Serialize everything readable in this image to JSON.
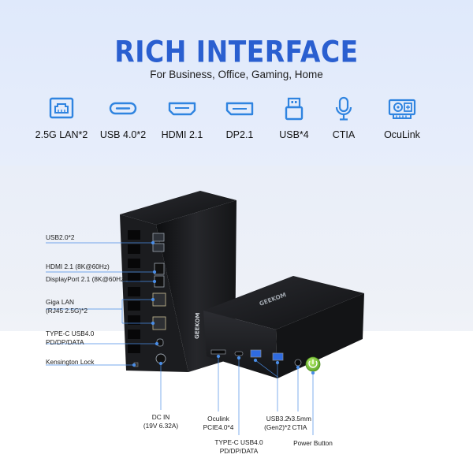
{
  "header": {
    "title": "RICH INTERFACE",
    "subtitle": "For Business, Office, Gaming, Home"
  },
  "colors": {
    "accent": "#2a5fd0",
    "icon_blue": "#2f84e0",
    "device_body": "#1b1c1f",
    "power_green": "#7cc63d"
  },
  "ports": [
    {
      "icon": "lan-icon",
      "label": "2.5G LAN*2"
    },
    {
      "icon": "usb-c-icon",
      "label": "USB 4.0*2"
    },
    {
      "icon": "hdmi-icon",
      "label": "HDMI 2.1"
    },
    {
      "icon": "displayport-icon",
      "label": "DP2.1"
    },
    {
      "icon": "usb-a-icon",
      "label": "USB*4"
    },
    {
      "icon": "microphone-icon",
      "label": "CTIA"
    },
    {
      "icon": "oculink-card-icon",
      "label": "OcuLink"
    }
  ],
  "callouts_rear": {
    "usb2": "USB2.0*2",
    "hdmi": "HDMI 2.1 (8K@60Hz)",
    "dp": "DisplayPort 2.1 (8K@60Hz)",
    "lan_line1": "Giga LAN",
    "lan_line2": "(RJ45 2.5G)*2",
    "typec_line1": "TYPE-C USB4.0",
    "typec_line2": "PD/DP/DATA",
    "kensington": "Kensington Lock",
    "dcin_line1": "DC IN",
    "dcin_line2": "(19V 6.32A)"
  },
  "callouts_front": {
    "oculink_line1": "Oculink",
    "oculink_line2": "PCIE4.0*4",
    "typec_line1": "TYPE-C USB4.0",
    "typec_line2": "PD/DP/DATA",
    "usb32_line1": "USB3.2",
    "usb32_line2": "(Gen2)*2",
    "audio_line1": "3.5mm",
    "audio_line2": "CTIA",
    "audio_glyph": "ϟ",
    "power": "Power Button"
  },
  "device": {
    "brand_front": "GEEKOM",
    "brand_side": "GEEKOM"
  }
}
